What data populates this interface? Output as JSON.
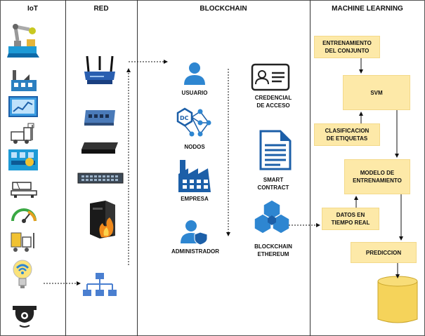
{
  "columns": {
    "iot": "IoT",
    "red": "RED",
    "blockchain": "BLOCKCHAIN",
    "ml": "MACHINE LEARNING"
  },
  "blockchain": {
    "usuario": "USUARIO",
    "nodos": "NODOS",
    "nodos_icon_text": "DC",
    "empresa": "EMPRESA",
    "administrador": "ADMINISTRADOR",
    "credencial": "CREDENCIAL\nDE ACCESO",
    "smart_contract": "SMART\nCONTRACT",
    "ethereum": "BLOCKCHAIN\nETHEREUM"
  },
  "ml": {
    "entrenamiento": "ENTRENAMIENTO\nDEL CONJUNTO",
    "svm": "SVM",
    "clasificacion": "CLASIFICACION\nDE ETIQUETAS",
    "modelo": "MODELO DE\nENTRENAMIENTO",
    "datos": "DATOS EN\nTIEMPO REAL",
    "prediccion": "PREDICCION"
  },
  "colors": {
    "box_fill": "#fde9a8",
    "icon_blue": "#2e86d1",
    "dark_blue": "#1c5fa8",
    "database": "#f5d35a"
  },
  "icons": {
    "iot": [
      "robot-arm-icon",
      "factory-icon",
      "tablet-chart-icon",
      "forklift-icon",
      "conveyor-icon",
      "scale-icon",
      "gauge-icon",
      "forklift-truck-icon",
      "smart-bulb-icon",
      "camera-icon"
    ],
    "red": [
      "router-icon",
      "switch-icon",
      "switch-flat-icon",
      "rack-switch-icon",
      "firewall-icon",
      "network-hierarchy-icon"
    ]
  }
}
